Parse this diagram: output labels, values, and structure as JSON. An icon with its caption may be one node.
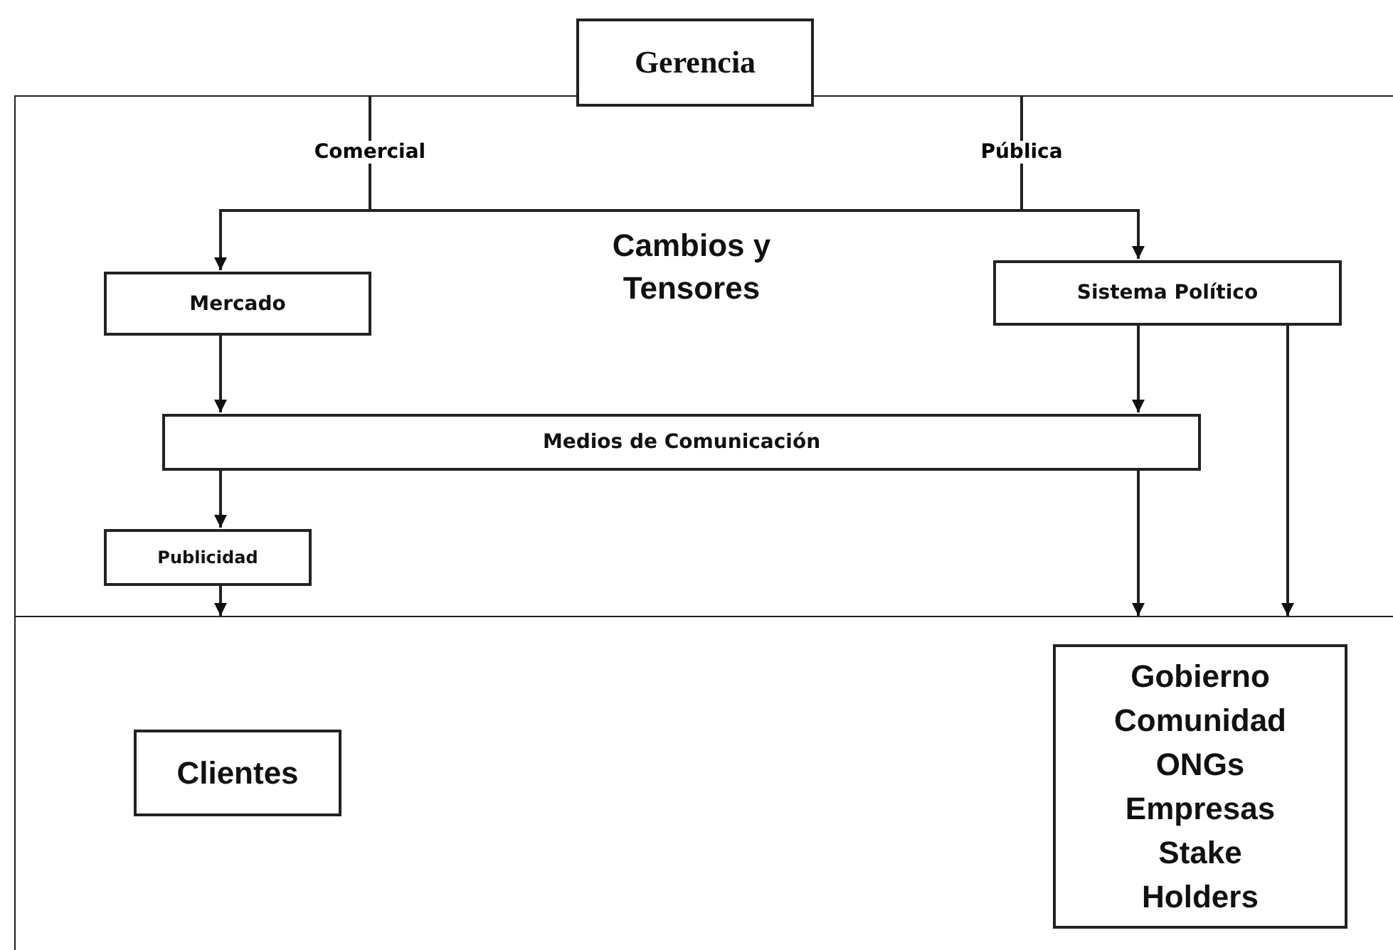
{
  "diagram": {
    "nodes": [
      {
        "text": [
          "Gerencia"
        ]
      },
      {
        "text": [
          "Cambios y Tensores"
        ]
      },
      {
        "text": [
          "Mercado"
        ],
        "in": 1
      },
      {
        "text": [
          "Sistema Político"
        ],
        "in": 1
      },
      {
        "text": [
          "Medios de Comunicación"
        ],
        "in": 1
      },
      {
        "text": [
          "Publicidad"
        ],
        "in": 1
      },
      {
        "text": [],
        "shape": "box"
      },
      {
        "text": [
          "Clientes"
        ],
        "in": 6
      },
      {
        "text": [
          "Gobierno Comunidad ONGs Empresas Stake Holders"
        ],
        "in": 6
      }
    ],
    "edges": [
      {
        "from": null,
        "to": 2,
        "arrow": "to",
        "label": "Comercial"
      },
      {
        "from": null,
        "to": 3,
        "arrow": "to",
        "label": "Pública"
      },
      {
        "from": 2,
        "to": 4,
        "arrow": "to"
      },
      {
        "from": 3,
        "to": 4,
        "arrow": "to"
      },
      {
        "from": 4,
        "to": 5,
        "arrow": "to"
      },
      {
        "from": 5,
        "to": 6,
        "arrow": "to"
      },
      {
        "from": 4,
        "to": 6,
        "arrow": "to"
      },
      {
        "from": 3,
        "to": 6,
        "arrow": "to"
      }
    ]
  }
}
